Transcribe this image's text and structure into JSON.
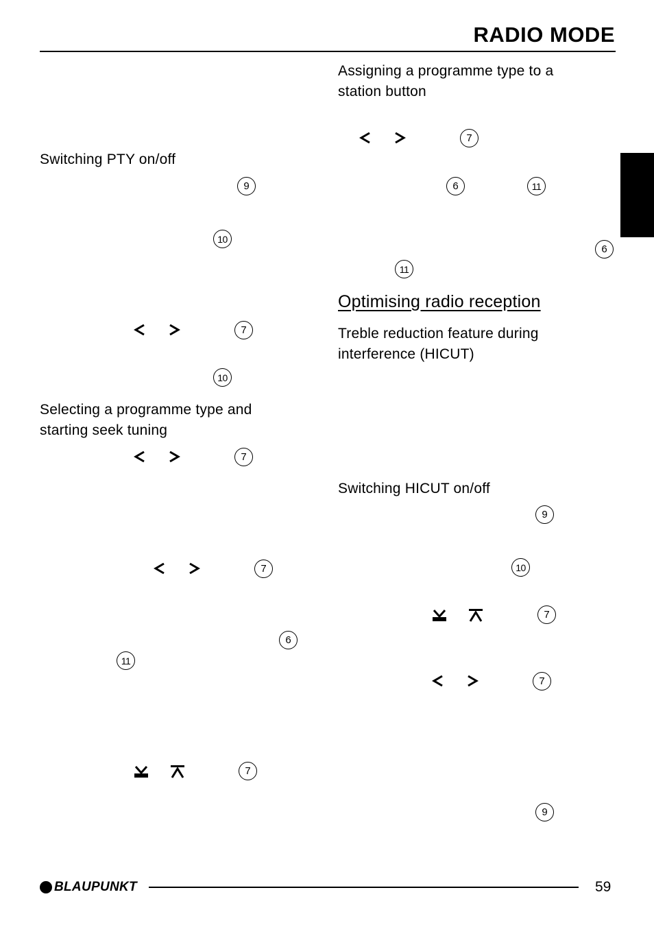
{
  "header": {
    "title": "RADIO MODE"
  },
  "left_column": {
    "pty_heading": "Switching PTY on/off",
    "select_heading_line1": "Selecting a programme type and",
    "select_heading_line2": "starting seek tuning"
  },
  "right_column": {
    "assign_heading_line1": "Assigning a programme type to a",
    "assign_heading_line2": "station button",
    "optimise_heading": "Optimising radio reception",
    "treble_heading_line1": "Treble reduction feature during",
    "treble_heading_line2": "interference (HICUT)",
    "hicut_heading": "Switching HICUT on/off"
  },
  "callouts": {
    "r_assign_7": "7",
    "r_assign_6": "6",
    "r_assign_11": "11",
    "r_assign_6b": "6",
    "r_assign_11b": "11",
    "l_pty_9": "9",
    "l_pty_10": "10",
    "l_pty_7": "7",
    "l_pty_10b": "10",
    "l_sel_7": "7",
    "l_sel_7b": "7",
    "l_sel_6": "6",
    "l_sel_11": "11",
    "l_sel_7c": "7",
    "r_hicut_9": "9",
    "r_hicut_10": "10",
    "r_hicut_7": "7",
    "r_hicut_7b": "7",
    "r_hicut_9b": "9"
  },
  "footer": {
    "brand": "BLAUPUNKT",
    "page_number": "59"
  }
}
